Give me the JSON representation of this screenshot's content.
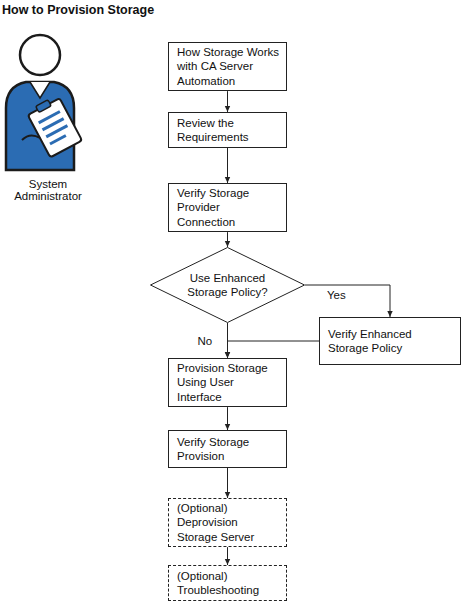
{
  "diagram": {
    "title": "How to Provision Storage",
    "nodes": [
      {
        "text": [
          "How Storage Works with CA Server Automation"
        ]
      },
      {
        "text": [
          "Review the Requirements"
        ]
      },
      {
        "text": [
          "Verify Storage Provider Connection"
        ]
      },
      {
        "text": [
          "Use Enhanced Storage Policy?"
        ]
      },
      {
        "text": [
          "Verify Enhanced Storage Policy"
        ]
      },
      {
        "text": [
          "Provision Storage Using User Interface"
        ]
      },
      {
        "text": [
          "Verify Storage Provision"
        ]
      },
      {
        "text": [
          "(Optional) Deprovision Storage Server"
        ]
      },
      {
        "text": [
          "(Optional) Troubleshooting"
        ]
      }
    ],
    "edges": [
      {
        "from": 0,
        "to": 1,
        "arrow": "to"
      },
      {
        "from": 1,
        "to": 2,
        "arrow": "to"
      },
      {
        "from": 2,
        "to": 3,
        "arrow": "to"
      },
      {
        "from": 3,
        "to": 4,
        "label": "Yes",
        "arrow": "to"
      },
      {
        "from": 3,
        "to": 5,
        "label": "No",
        "arrow": "to"
      },
      {
        "from": 4,
        "to": 5,
        "arrow": "to"
      },
      {
        "from": 5,
        "to": 6,
        "arrow": "to"
      },
      {
        "from": 6,
        "to": 7,
        "arrow": "to"
      },
      {
        "from": 7,
        "to": 8,
        "arrow": "to"
      }
    ],
    "labels": [
      "System Administrator"
    ]
  }
}
